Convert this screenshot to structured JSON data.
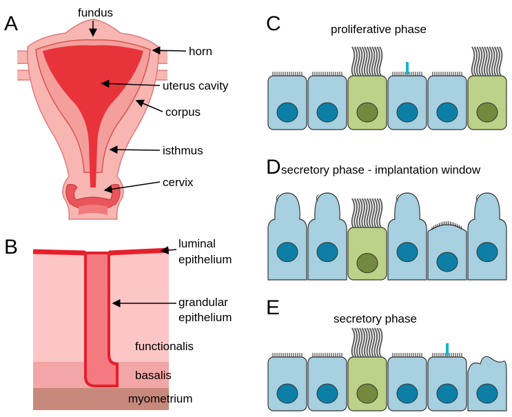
{
  "panels": {
    "a": "A",
    "b": "B",
    "c": "C",
    "d": "D",
    "e": "E"
  },
  "uterus": {
    "fundus": "fundus",
    "horn": "horn",
    "cavity": "uterus cavity",
    "corpus": "corpus",
    "isthmus": "isthmus",
    "cervix": "cervix"
  },
  "endometrium": {
    "luminal_1": "luminal",
    "luminal_2": "epithelium",
    "glandular_1": "grandular",
    "glandular_2": "epithelium",
    "functionalis": "functionalis",
    "basalis": "basalis",
    "myometrium": "myometrium"
  },
  "phases": {
    "proliferative": "proliferative phase",
    "secretory_window": "secretory phase - implantation window",
    "secretory": "secretory phase"
  },
  "colors": {
    "uterus_outer": "#f7b6b2",
    "uterus_cavity": "#e8333b",
    "cell_blue": "#a7d0e0",
    "nucleus_blue": "#0d7fa6",
    "cell_green": "#bcd288",
    "nucleus_green": "#73893e",
    "ciliated_tuft": "#5a5a5a",
    "functionalis": "#fcc5c6",
    "basalis": "#f2a6a6",
    "myometrium": "#c7897b"
  }
}
